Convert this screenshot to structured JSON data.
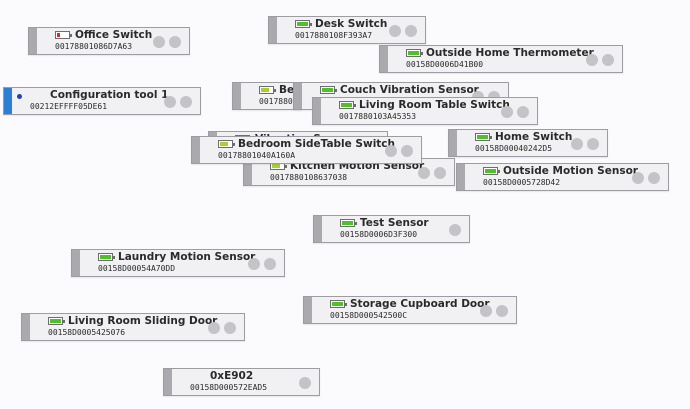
{
  "nodes": [
    {
      "id": "vibration",
      "name": "Vibration Sensor",
      "addr": "",
      "battery": "full",
      "coord": false
    },
    {
      "id": "office",
      "name": "Office Switch",
      "addr": "00178801086D7A63",
      "battery": "low",
      "coord": false
    },
    {
      "id": "desk",
      "name": "Desk Switch",
      "addr": "0017880108F393A7",
      "battery": "full",
      "coord": false
    },
    {
      "id": "outside-thermo",
      "name": "Outside Home Thermometer",
      "addr": "00158D0006D41B00",
      "battery": "full",
      "coord": false
    },
    {
      "id": "bedroom-hidden",
      "name": "Bedroom",
      "addr": "0017880",
      "battery": "med",
      "coord": false
    },
    {
      "id": "couch",
      "name": "Couch Vibration Sensor",
      "addr": "",
      "battery": "full",
      "coord": false
    },
    {
      "id": "config",
      "name": "Configuration tool 1",
      "addr": "00212EFFFF05DE61",
      "battery": "",
      "coord": true
    },
    {
      "id": "living-table",
      "name": "Living Room Table Switch",
      "addr": "0017880103A45353",
      "battery": "full",
      "coord": false
    },
    {
      "id": "home-switch",
      "name": "Home Switch",
      "addr": "00158D00040242D5",
      "battery": "full",
      "coord": false
    },
    {
      "id": "kitchen",
      "name": "Kitchen Motion Sensor",
      "addr": "0017880108637038",
      "battery": "med",
      "coord": false
    },
    {
      "id": "bedroom-side",
      "name": "Bedroom SideTable Switch",
      "addr": "00178801040A160A",
      "battery": "med",
      "coord": false
    },
    {
      "id": "outside-motion",
      "name": "Outside Motion Sensor",
      "addr": "00158D0005728D42",
      "battery": "full",
      "coord": false
    },
    {
      "id": "test",
      "name": "Test Sensor",
      "addr": "00158D0006D3F300",
      "battery": "full",
      "coord": false
    },
    {
      "id": "laundry",
      "name": "Laundry Motion Sensor",
      "addr": "00158D00054A70DD",
      "battery": "full",
      "coord": false
    },
    {
      "id": "storage",
      "name": "Storage Cupboard Door",
      "addr": "00158D000542500C",
      "battery": "full",
      "coord": false
    },
    {
      "id": "living-sliding",
      "name": "Living Room Sliding Door",
      "addr": "00158D0005425076",
      "battery": "full",
      "coord": false
    },
    {
      "id": "oxe902",
      "name": "0xE902",
      "addr": "00158D000572EAD5",
      "battery": "",
      "coord": false
    }
  ]
}
